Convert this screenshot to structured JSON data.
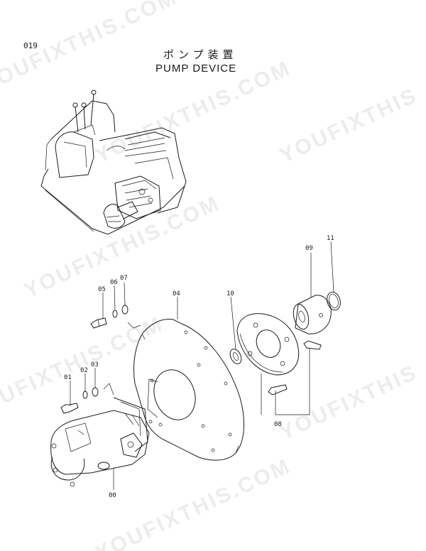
{
  "page_number": "019",
  "title_jp": "ポンプ装置",
  "title_en": "PUMP DEVICE",
  "callouts": {
    "c00": "00",
    "c01": "01",
    "c02": "02",
    "c03": "03",
    "c04": "04",
    "c05": "05",
    "c06": "06",
    "c07": "07",
    "c08": "08",
    "c09": "09",
    "c10": "10",
    "c11": "11"
  },
  "watermark": {
    "w1": "YOUFIXTHIS.COM",
    "w2": "YOUFIXTHIS.COM",
    "w3": "YOUFIXTHIS",
    "w4": "YOUFIXTHIS.COM",
    "w5": "YOUFIXTHIS",
    "w6": "YOUFIXTHIS.COM",
    "w7": "YOUFIXTHIS.COM"
  }
}
